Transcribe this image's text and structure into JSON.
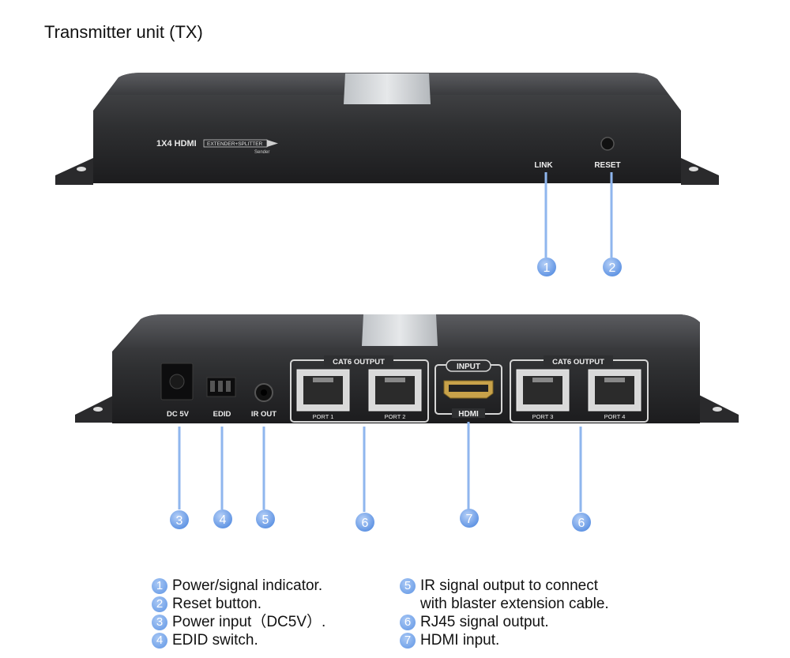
{
  "title": "Transmitter unit (TX)",
  "front_panel": {
    "logo_text": "1X4 HDMI",
    "logo_sub": "EXTENDER+SPLITTER",
    "logo_sender": "Sender",
    "link_label": "LINK",
    "reset_label": "RESET"
  },
  "rear_panel": {
    "dc_label": "DC 5V",
    "edid_label": "EDID",
    "irout_label": "IR OUT",
    "cat6_output_left": "CAT6 OUTPUT",
    "cat6_output_right": "CAT6 OUTPUT",
    "input_label": "INPUT",
    "hdmi_label": "HDMI",
    "port1": "PORT 1",
    "port2": "PORT 2",
    "port3": "PORT 3",
    "port4": "PORT 4"
  },
  "callouts": [
    "1",
    "2",
    "3",
    "4",
    "5",
    "6",
    "7",
    "6"
  ],
  "legend": {
    "left": [
      {
        "num": "1",
        "text": "Power/signal indicator."
      },
      {
        "num": "2",
        "text": "Reset button."
      },
      {
        "num": "3",
        "text": "Power input（DC5V）."
      },
      {
        "num": "4",
        "text": "EDID switch."
      }
    ],
    "right": [
      {
        "num": "5",
        "text": "IR signal output to connect"
      },
      {
        "num": "",
        "text": "with blaster extension cable."
      },
      {
        "num": "6",
        "text": "RJ45 signal output."
      },
      {
        "num": "7",
        "text": "HDMI input."
      }
    ]
  },
  "colors": {
    "callout": "#6a9de6",
    "leader": "#8fb6ee",
    "body": "#2b2b2d"
  }
}
